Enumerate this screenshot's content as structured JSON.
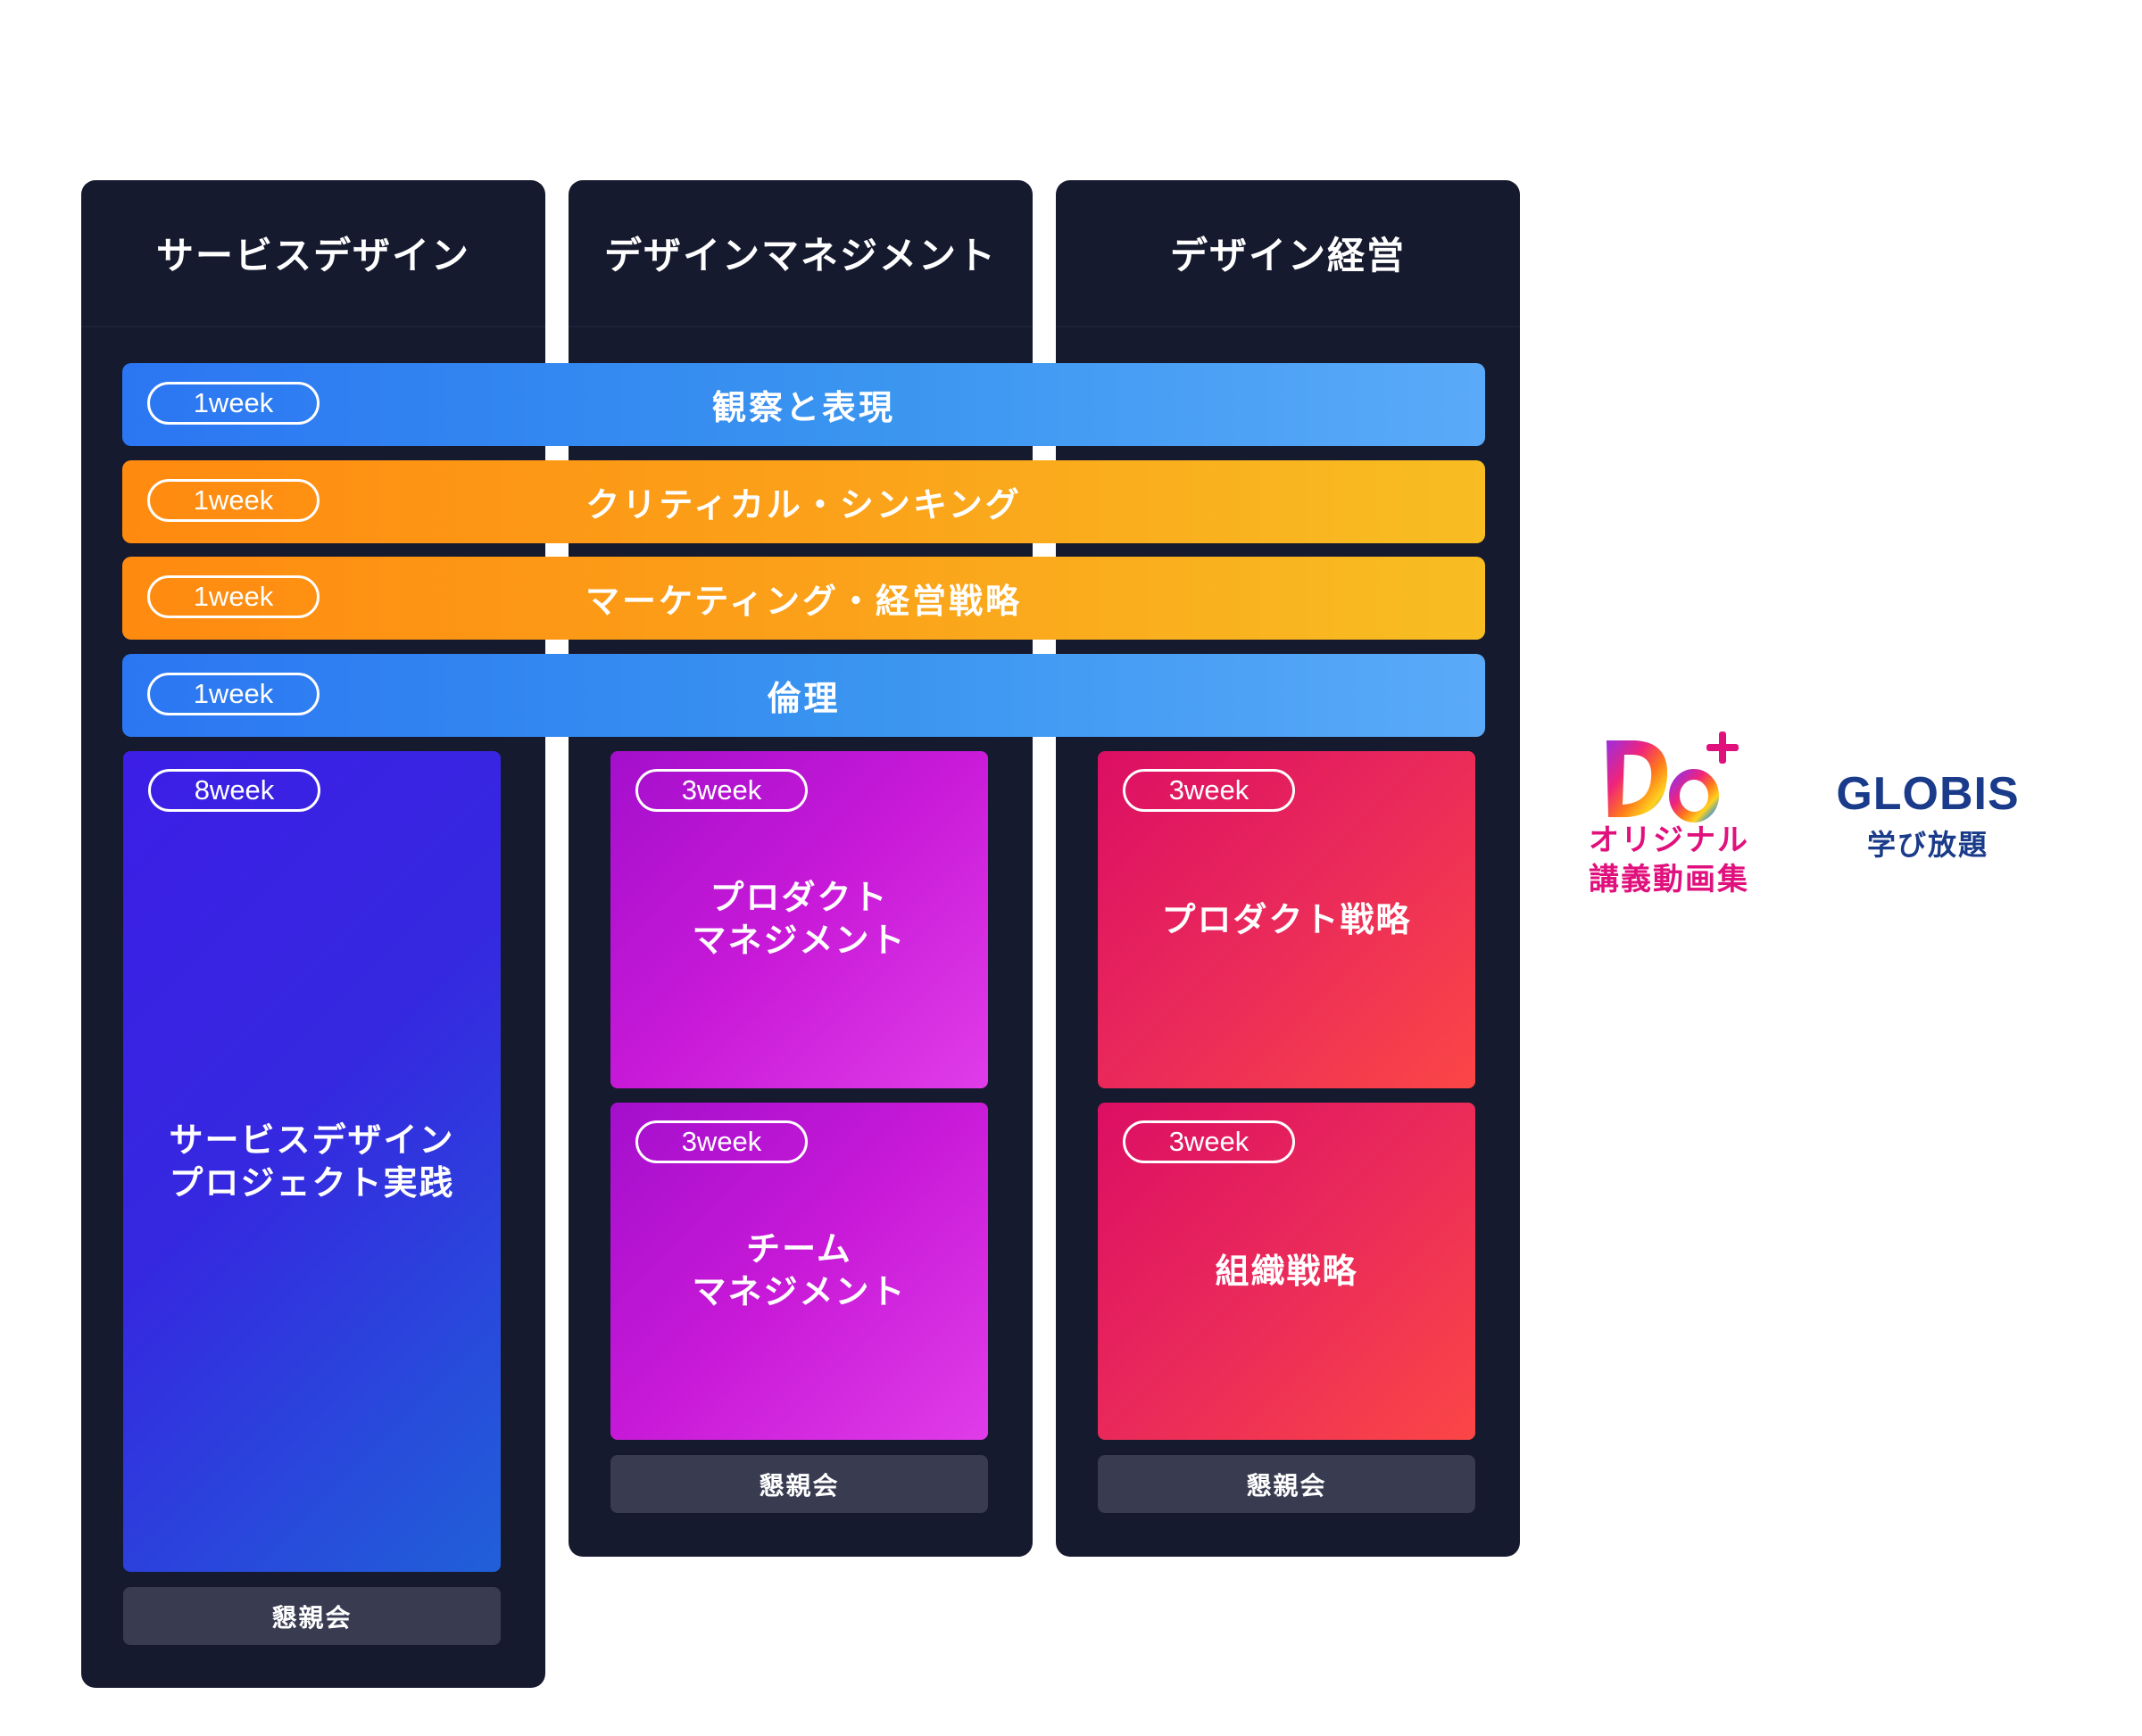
{
  "columns": [
    {
      "title": "サービスデザイン"
    },
    {
      "title": "デザインマネジメント"
    },
    {
      "title": "デザイン経営"
    }
  ],
  "bands": [
    {
      "duration": "1week",
      "title": "観察と表現",
      "color": "#2b76f2"
    },
    {
      "duration": "1week",
      "title": "クリティカル・シンキング",
      "color": "#ff8a10"
    },
    {
      "duration": "1week",
      "title": "マーケティング・経営戦略",
      "color": "#ff8a10"
    },
    {
      "duration": "1week",
      "title": "倫理",
      "color": "#2b76f2"
    }
  ],
  "service_design": {
    "project": {
      "duration": "8week",
      "title_lines": [
        "サービスデザイン",
        "プロジェクト実践"
      ],
      "color": "#3d1ee6"
    },
    "social_label": "懇親会"
  },
  "design_management": {
    "cards": [
      {
        "duration": "3week",
        "title_lines": [
          "プロダクト",
          "マネジメント"
        ]
      },
      {
        "duration": "3week",
        "title_lines": [
          "チーム",
          "マネジメント"
        ]
      }
    ],
    "color": "#c81ad8",
    "social_label": "懇親会"
  },
  "design_leadership": {
    "cards": [
      {
        "duration": "3week",
        "title": "プロダクト戦略"
      },
      {
        "duration": "3week",
        "title": "組織戦略"
      }
    ],
    "color": "#ea2a5a",
    "social_label": "懇親会"
  },
  "logos": {
    "do_plus": {
      "mark": "Do+",
      "caption_lines": [
        "オリジナル",
        "講義動画集"
      ],
      "color": "#e0107c"
    },
    "globis": {
      "name": "GLOBIS",
      "subtitle": "学び放題",
      "color": "#1a3a8a"
    }
  }
}
